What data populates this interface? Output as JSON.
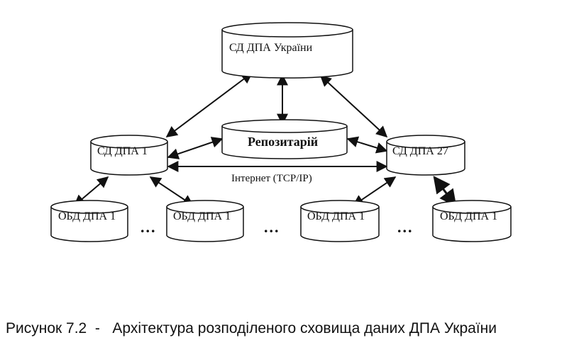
{
  "diagram": {
    "nodes": {
      "sd_ukraine": "СД ДПА України",
      "repository": "Репозитарій",
      "sd_1": "СД ДПА 1",
      "sd_27": "СД ДПА 27",
      "obd_1": "ОБД ДПА 1",
      "obd_2": "ОБД ДПА 1",
      "obd_3": "ОБД ДПА 1",
      "obd_4": "ОБД ДПА 1"
    },
    "edge_label": "Інтернет (TCP/IP)",
    "ellipsis": "..."
  },
  "caption": "Рисунок 7.2  -   Архітектура розподіленого сховища даних ДПА України"
}
